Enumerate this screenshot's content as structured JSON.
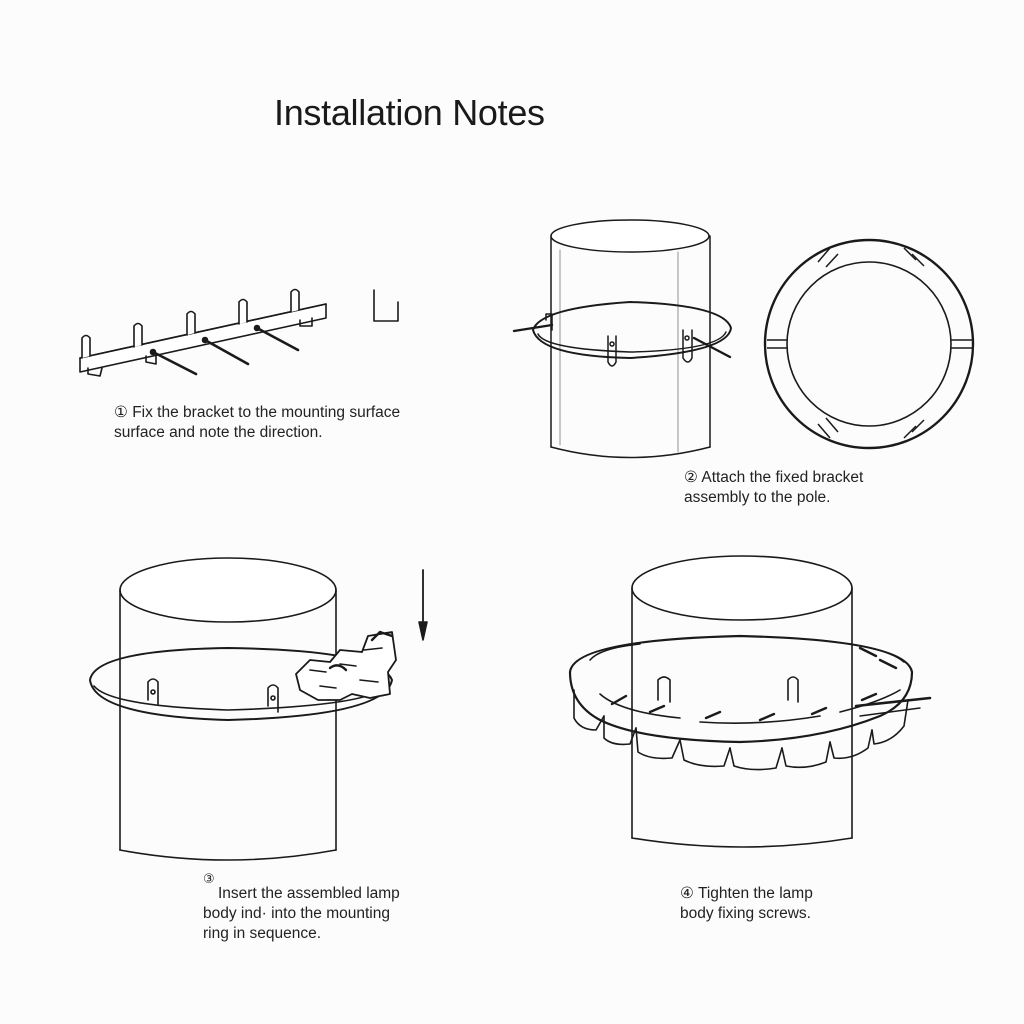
{
  "title": "Installation Notes",
  "steps": [
    {
      "marker": "①",
      "lines": [
        "Fix the bracket to the mounting surface",
        "surface and note the direction."
      ]
    },
    {
      "marker": "②",
      "lines": [
        "Attach the fixed bracket",
        "assembly to the pole."
      ]
    },
    {
      "marker": "③",
      "lines": [
        "Insert the assembled lamp",
        "body ind· into the mounting",
        "ring in sequence."
      ]
    },
    {
      "marker": "④",
      "lines": [
        "Tighten the lamp",
        "body fixing screws."
      ]
    }
  ],
  "colors": {
    "ink": "#1a1a1a",
    "background": "#fcfcfc"
  }
}
